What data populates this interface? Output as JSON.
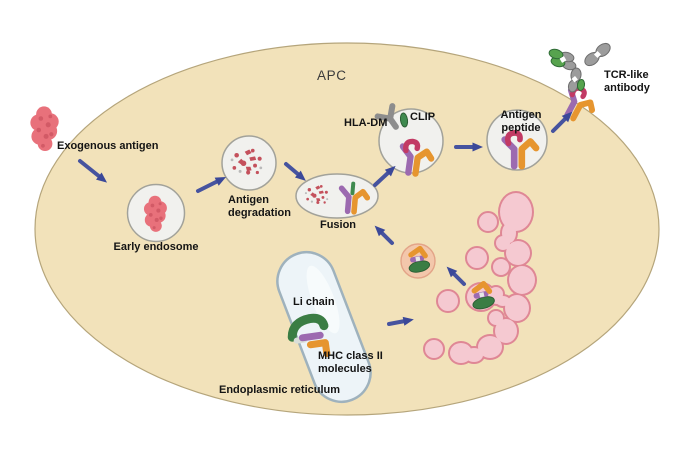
{
  "figure": {
    "cell_label": "APC",
    "labels": {
      "exogenous_antigen": "Exogenous antigen",
      "early_endosome": "Early endosome",
      "antigen_degradation": "Antigen\ndegradation",
      "fusion": "Fusion",
      "hla_dm": "HLA-DM",
      "clip": "CLIP",
      "antigen_peptide": "Antigen\npeptide",
      "tcr_like_antibody": "TCR-like\nantibody",
      "li_chain": "Li chain",
      "mhc_class_ii": "MHC class II\nmolecules",
      "endoplasmic_reticulum": "Endoplasmic reticulum"
    },
    "colors": {
      "cell_fill": "#f2e2ba",
      "cell_border": "#b5a57b",
      "vesicle_fill": "#f1f1ee",
      "vesicle_border": "#a2a29a",
      "arrow_blue": "#46539f",
      "antigen_red": "#e8717b",
      "fragment_red": "#c4515c",
      "mhc_purple": "#9c6ab0",
      "mhc_orange": "#e6952f",
      "peptide_magenta": "#c23a64",
      "clip_green": "#3f8a4f",
      "li_chain_green": "#3a7d44",
      "hla_dm_gray": "#8d8d8d",
      "er_fill": "#edf4f8",
      "er_border": "#9fb2bd",
      "golgi_fill": "#f5c9d1",
      "golgi_border": "#df8795",
      "transport_vesicle_fill": "#f3c7ab",
      "antibody_gray": "#9c9c9c",
      "antibody_green": "#57a34e"
    }
  }
}
